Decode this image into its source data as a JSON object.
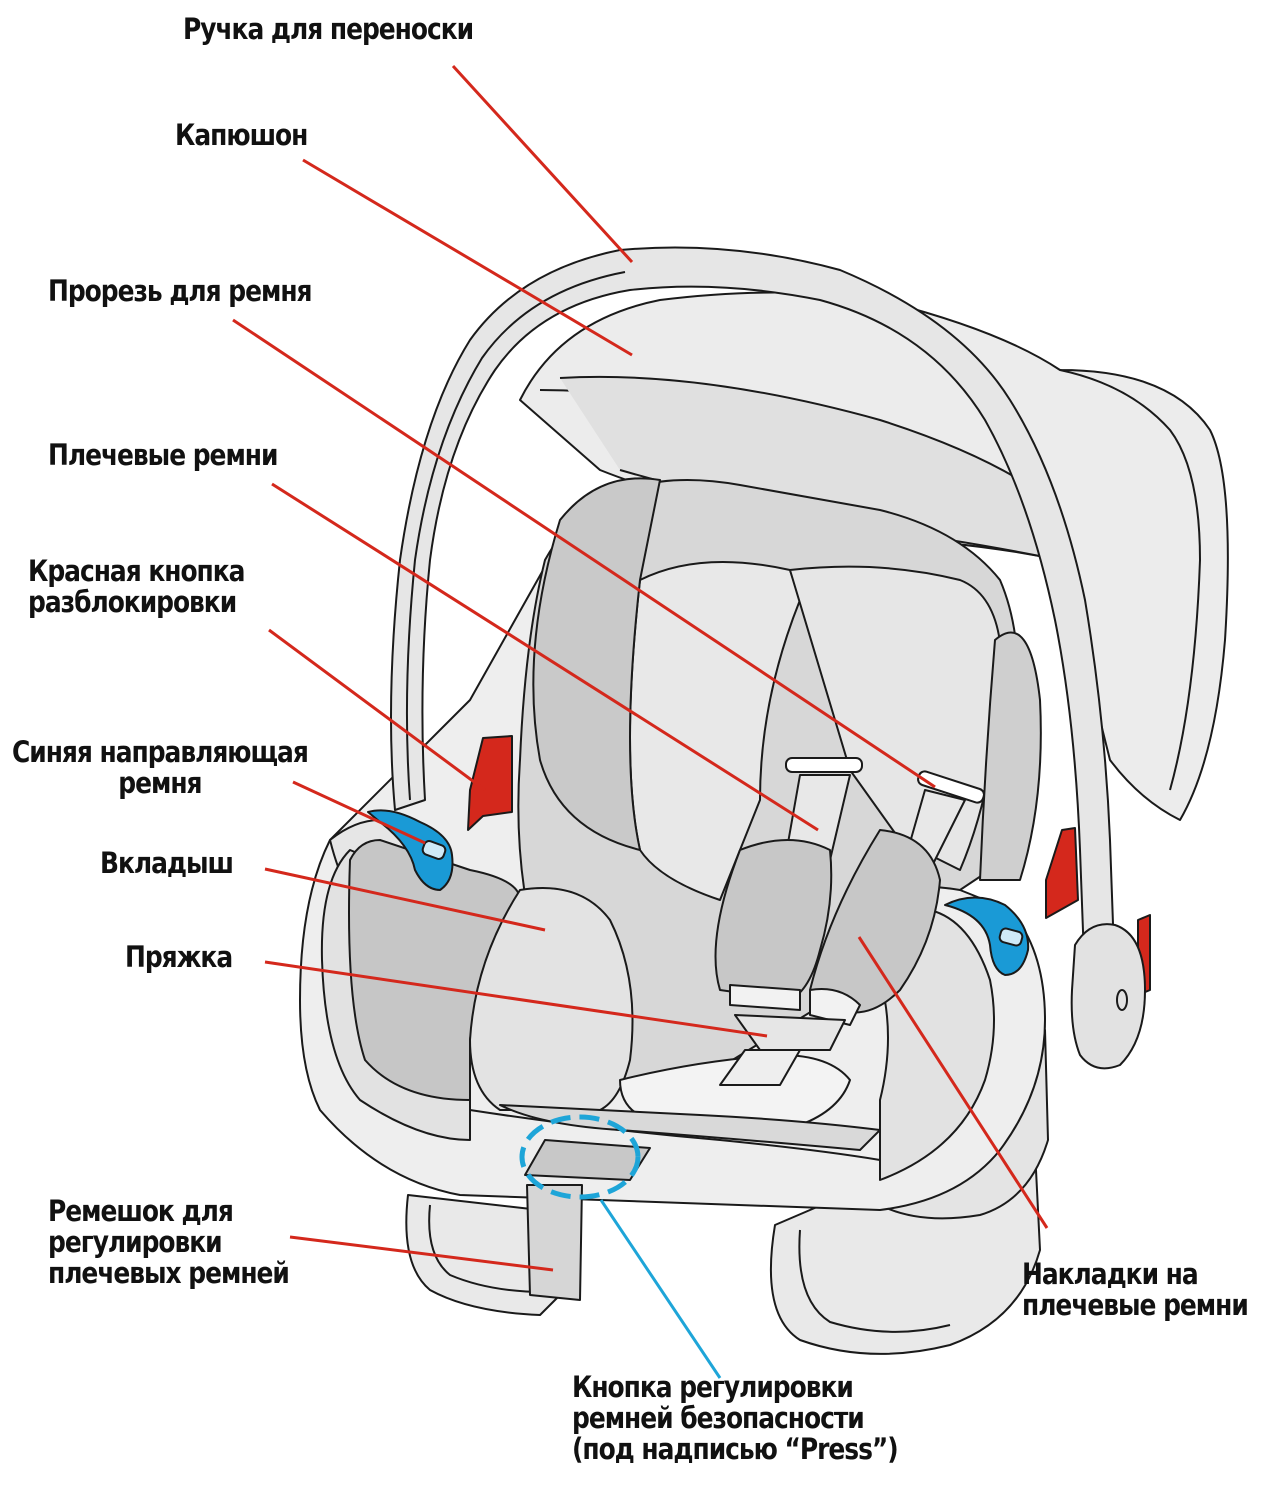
{
  "colors": {
    "leader_red": "#d4281c",
    "leader_blue": "#1ea5d8",
    "outline": "#1a1a1a",
    "shell_light": "#eeeeee",
    "fabric_grey": "#c9c9c9",
    "fabric_mid": "#d7d7d7",
    "button_red": "#d4281c",
    "guide_blue": "#1a9ad6"
  },
  "labels": {
    "handle": "Ручка для переноски",
    "canopy": "Капюшон",
    "belt_slot": "Прорезь для ремня",
    "shoulder_belts": "Плечевые ремни",
    "red_release_button": [
      "Красная кнопка",
      "разблокировки"
    ],
    "blue_belt_guide": [
      "Синяя направляющая",
      "ремня"
    ],
    "insert": "Вкладыш",
    "buckle": "Пряжка",
    "adjust_strap": [
      "Ремешок для",
      "регулировки",
      "плечевых ремней"
    ],
    "shoulder_pads": [
      "Накладки на",
      "плечевые ремни"
    ],
    "adjust_button": [
      "Кнопка регулировки",
      "ремней безопасности",
      "(под надписью “Press”)"
    ]
  }
}
